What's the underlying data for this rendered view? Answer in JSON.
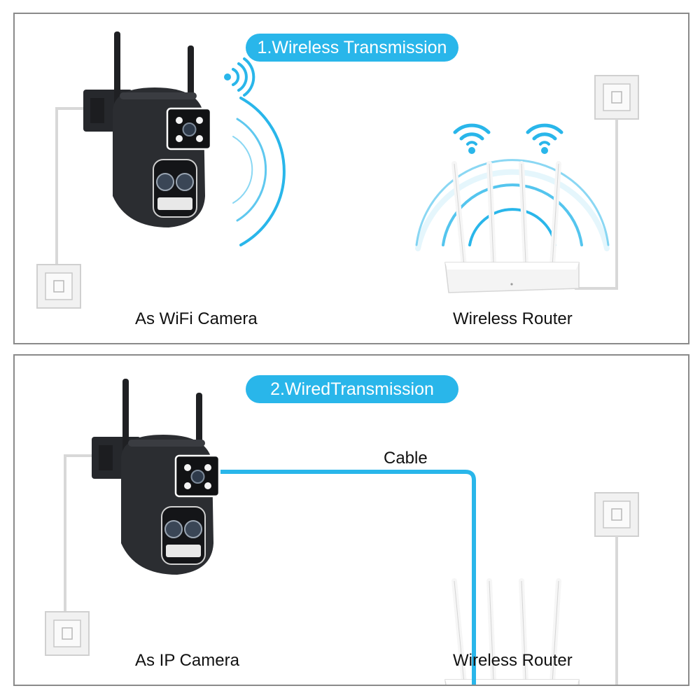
{
  "panels": [
    {
      "banner": "1.Wireless Transmission",
      "device_label": "As WiFi Camera",
      "router_label": "Wireless Router"
    },
    {
      "banner": "2.WiredTransmission",
      "device_label": "As IP Camera",
      "router_label": "Wireless Router",
      "cable_label": "Cable"
    }
  ],
  "colors": {
    "accent": "#29b6ea",
    "camera_body": "#2b2d31",
    "router_body": "#f2f2f2",
    "frame_border": "#8a8a8a"
  },
  "icons": [
    "wifi-signal-icon",
    "power-outlet-icon",
    "camera-icon",
    "router-icon"
  ]
}
